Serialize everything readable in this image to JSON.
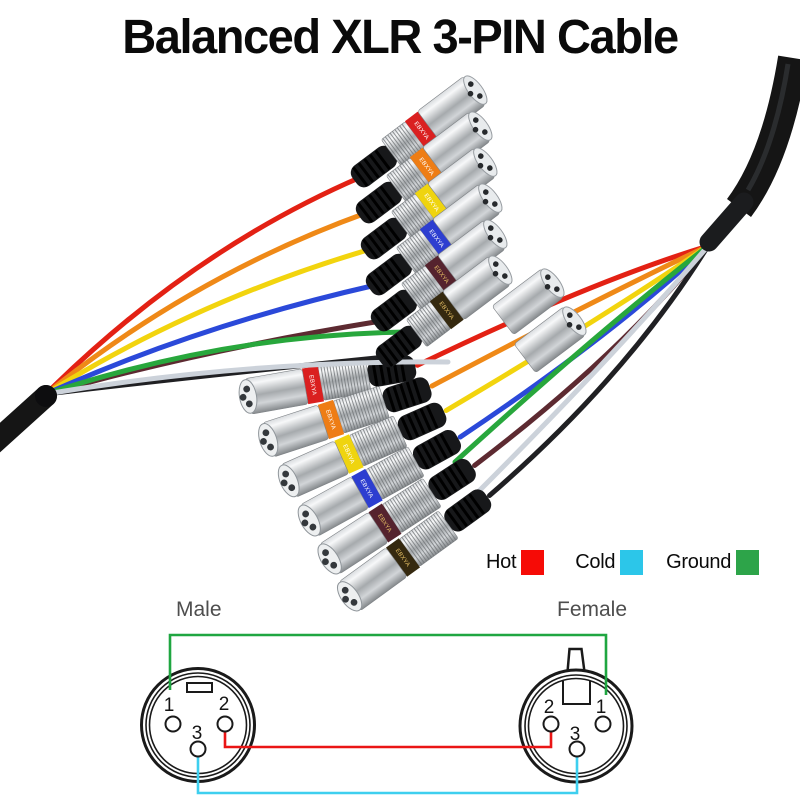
{
  "title": "Balanced XLR 3-PIN Cable",
  "legend": {
    "items": [
      {
        "label": "Hot",
        "color": "#f60b06"
      },
      {
        "label": "Cold",
        "color": "#2cc6e9"
      },
      {
        "label": "Ground",
        "color": "#2da449"
      }
    ]
  },
  "connector_labels": {
    "male": "Male",
    "female": "Female"
  },
  "diagram": {
    "male_pins": [
      {
        "n": "1",
        "filled": true
      },
      {
        "n": "2",
        "filled": false
      },
      {
        "n": "3",
        "filled": true
      }
    ],
    "female_pins": [
      {
        "n": "2"
      },
      {
        "n": "1"
      },
      {
        "n": "3"
      }
    ],
    "pin_fill_color": "#a9b8cc",
    "wire_colors": {
      "hot": "#ea1515",
      "cold": "#3ecfef",
      "ground": "#1fa641"
    }
  },
  "photo": {
    "brand": "EBXYA",
    "cable_color": "#151515",
    "wire_colors": [
      "#e32114",
      "#ef8917",
      "#f2d40e",
      "#28a73c",
      "#2b49d9",
      "#ccd2da",
      "#5d2a31",
      "#202023"
    ],
    "bands": [
      {
        "color": "#da2020",
        "text_color": "#ffffff"
      },
      {
        "color": "#ee7d15",
        "text_color": "#ffffff"
      },
      {
        "color": "#efd40f",
        "text_color": "#ffffff"
      },
      {
        "color": "#2d3ed0",
        "text_color": "#ffffff"
      },
      {
        "color": "#55232e",
        "text_color": "#e6c066"
      },
      {
        "color": "#35290f",
        "text_color": "#e6c066"
      }
    ]
  }
}
